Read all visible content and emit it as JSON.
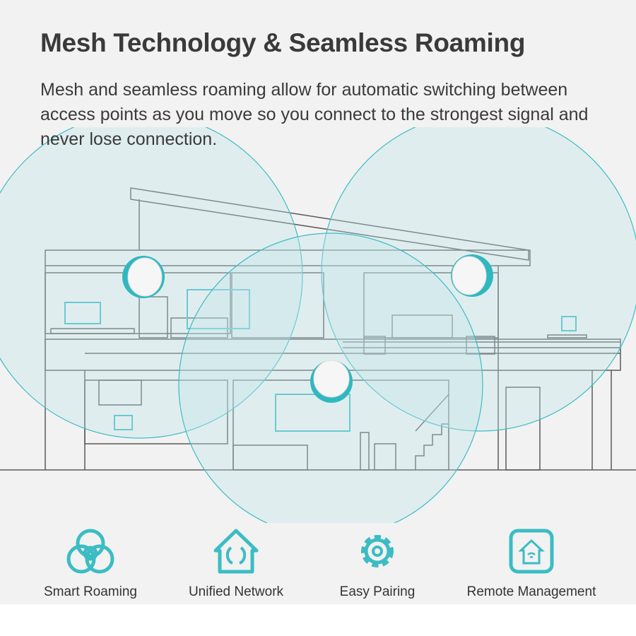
{
  "header": {
    "title": "Mesh Technology & Seamless Roaming",
    "description": "Mesh and seamless roaming allow for automatic switching between access points as you move so you connect to the strongest signal and never lose connection."
  },
  "features": [
    {
      "label": "Smart Roaming",
      "icon": "roaming-circles-icon"
    },
    {
      "label": "Unified Network",
      "icon": "house-sync-icon"
    },
    {
      "label": "Easy Pairing",
      "icon": "gear-icon"
    },
    {
      "label": "Remote Management",
      "icon": "home-wifi-icon"
    }
  ],
  "colors": {
    "accent": "#3cbcc4",
    "line": "#555555",
    "background": "#f2f2f2"
  }
}
